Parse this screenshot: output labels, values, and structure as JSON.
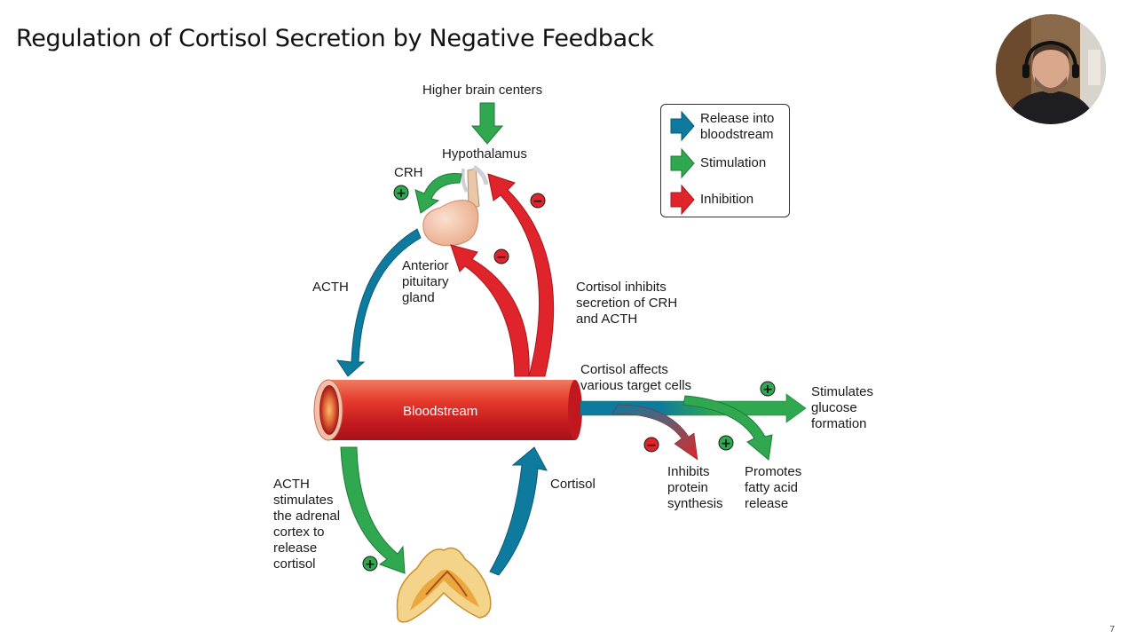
{
  "slide": {
    "title": "Regulation of Cortisol Secretion by Negative Feedback",
    "page_number": "7"
  },
  "legend": {
    "items": [
      {
        "label": "Release into\nbloodstream",
        "color": "#0e7a9e"
      },
      {
        "label": "Stimulation",
        "color": "#2fa84f"
      },
      {
        "label": "Inhibition",
        "color": "#e0242b"
      }
    ]
  },
  "diagram": {
    "higher_brain_centers": "Higher brain centers",
    "hypothalamus": "Hypothalamus",
    "crh": "CRH",
    "anterior_pituitary": "Anterior\npituitary\ngland",
    "acth": "ACTH",
    "cortisol_inhibits": "Cortisol inhibits\nsecretion of CRH\nand ACTH",
    "bloodstream": "Bloodstream",
    "cortisol_affects": "Cortisol affects\nvarious target cells",
    "stimulates_glucose": "Stimulates\nglucose\nformation",
    "inhibits_protein": "Inhibits\nprotein\nsynthesis",
    "promotes_fatty": "Promotes\nfatty acid\nrelease",
    "acth_stimulates": "ACTH\nstimulates\nthe adrenal\ncortex to\nrelease\ncortisol",
    "cortisol": "Cortisol",
    "plus": "+",
    "minus": "−"
  },
  "colors": {
    "release": "#0e7a9e",
    "stimulation": "#2fa84f",
    "inhibition": "#e0242b"
  }
}
